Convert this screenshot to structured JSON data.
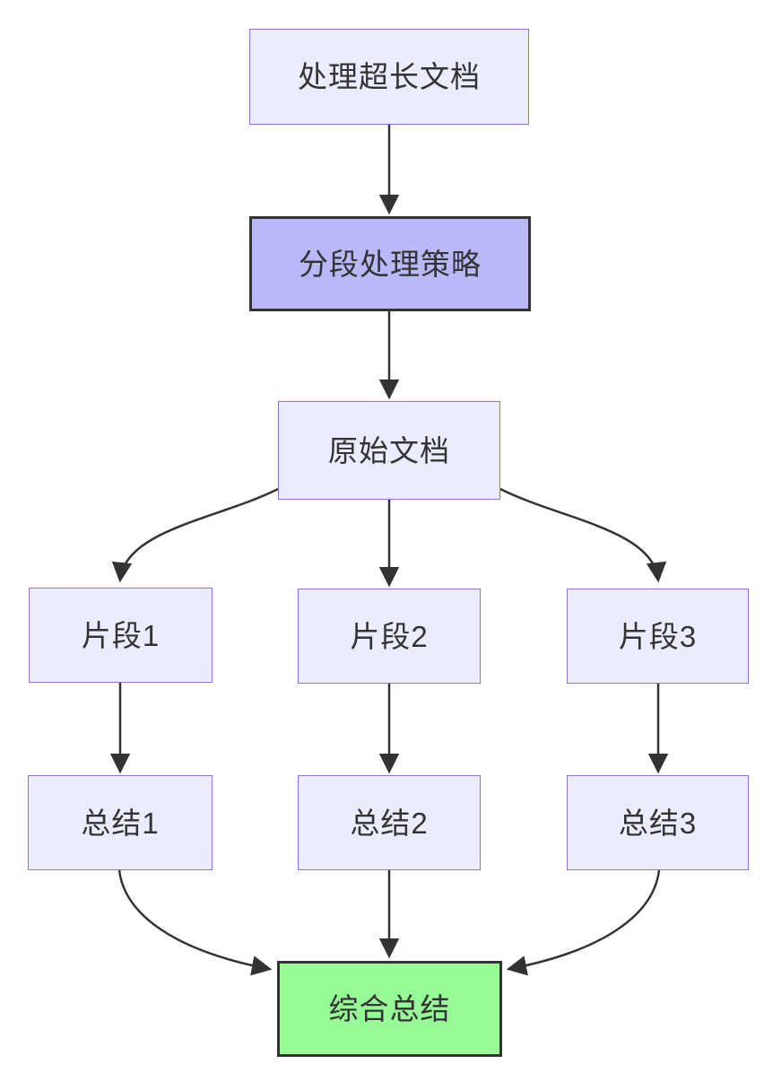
{
  "diagram": {
    "type": "flowchart",
    "direction": "top-down",
    "nodes": [
      {
        "id": "A",
        "label": "处理超长文档",
        "style": "default"
      },
      {
        "id": "B",
        "label": "分段处理策略",
        "style": "emphasis"
      },
      {
        "id": "C",
        "label": "原始文档",
        "style": "default"
      },
      {
        "id": "D",
        "label": "片段1",
        "style": "default"
      },
      {
        "id": "E",
        "label": "片段2",
        "style": "default"
      },
      {
        "id": "F",
        "label": "片段3",
        "style": "default"
      },
      {
        "id": "G",
        "label": "总结1",
        "style": "default"
      },
      {
        "id": "H",
        "label": "总结2",
        "style": "default"
      },
      {
        "id": "I",
        "label": "总结3",
        "style": "default"
      },
      {
        "id": "J",
        "label": "综合总结",
        "style": "final"
      }
    ],
    "edges": [
      {
        "from": "处理超长文档",
        "to": "分段处理策略"
      },
      {
        "from": "分段处理策略",
        "to": "原始文档"
      },
      {
        "from": "原始文档",
        "to": "片段1"
      },
      {
        "from": "原始文档",
        "to": "片段2"
      },
      {
        "from": "原始文档",
        "to": "片段3"
      },
      {
        "from": "片段1",
        "to": "总结1"
      },
      {
        "from": "片段2",
        "to": "总结2"
      },
      {
        "from": "片段3",
        "to": "总结3"
      },
      {
        "from": "总结1",
        "to": "综合总结"
      },
      {
        "from": "总结2",
        "to": "综合总结"
      },
      {
        "from": "总结3",
        "to": "综合总结"
      }
    ],
    "colors": {
      "node_fill": "#ECECFF",
      "node_border": "#9370DB",
      "emphasis_fill": "#B9B9FA",
      "emphasis_border": "#333333",
      "final_fill": "#96FA96",
      "final_border": "#333333",
      "edge": "#333333",
      "text": "#333333",
      "background": "#FFFFFF"
    }
  }
}
